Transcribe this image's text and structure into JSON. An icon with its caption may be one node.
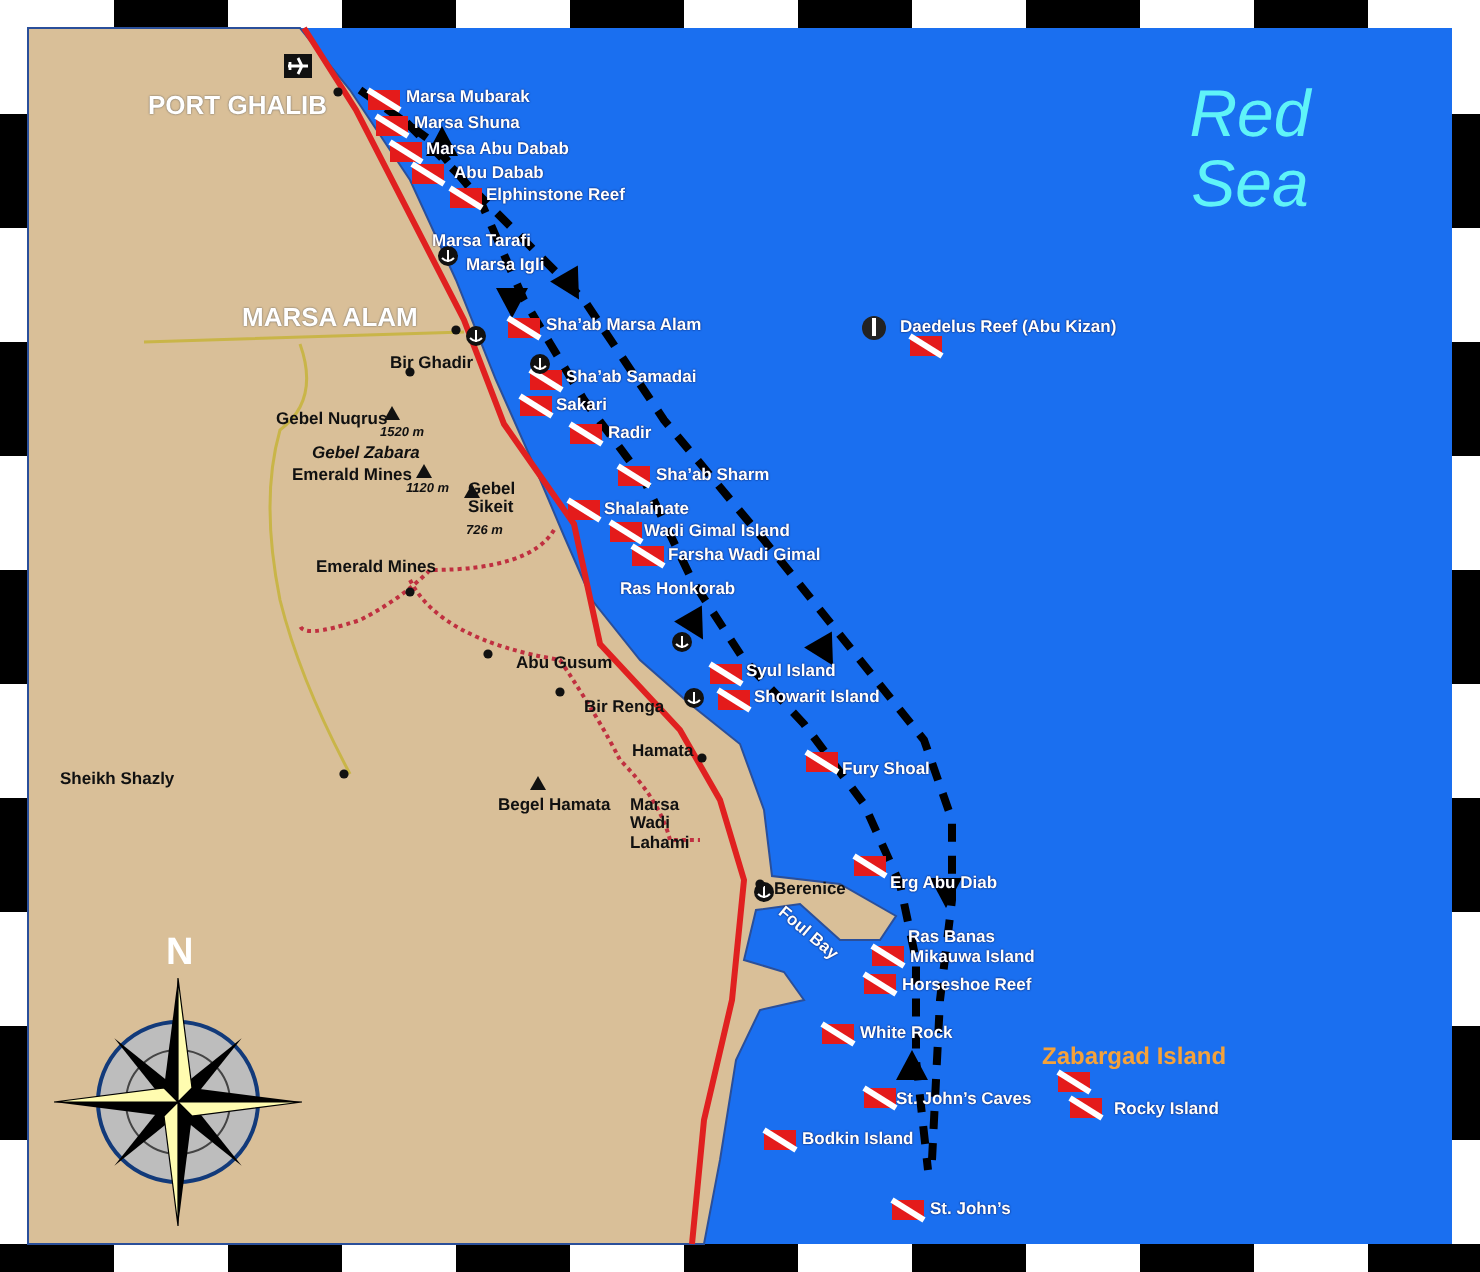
{
  "diagram": {
    "labels": [
      "Red Sea",
      "PORT GHALIB",
      "Marsa Mubarak",
      "Marsa Shuna",
      "Marsa Abu Dabab",
      "Abu Dabab",
      "Elphinstone Reef",
      "Marsa Tarafi",
      "Marsa Igli",
      "MARSA ALAM",
      "Sha’ab Marsa Alam",
      "Daedelus Reef (Abu Kizan)",
      "Bir Ghadir",
      "Sha’ab Samadai",
      "Sakari",
      "Gebel Nuqrus",
      "1520 m",
      "Radir",
      "Gebel Zabara",
      "Emerald Mines",
      "1120 m",
      "Gebel Sikeit",
      "726 m",
      "Sha’ab Sharm",
      "Shalainate",
      "Wadi Gimal Island",
      "Farsha Wadi Gimal",
      "Emerald Mines",
      "Ras Honkorab",
      "Abu Gusum",
      "Syul Island",
      "Showarit Island",
      "Bir Renga",
      "Hamata",
      "Sheikh Shazly",
      "Fury Shoal",
      "Begel Hamata",
      "Marsa Wadi Lahami",
      "Erg Abu Diab",
      "Berenice",
      "Foul Bay",
      "Ras Banas",
      "Mikauwa Island",
      "Horseshoe Reef",
      "White Rock",
      "Zabargad Island",
      "St. John’s Caves",
      "Rocky Island",
      "Bodkin Island",
      "St. John’s",
      "N"
    ]
  }
}
